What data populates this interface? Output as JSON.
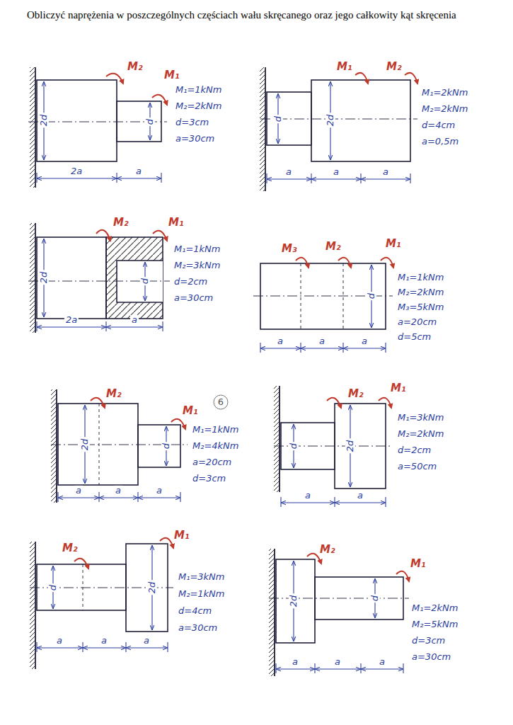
{
  "diagram": {
    "title": "Obliczyć naprężenia w poszczególnych częściach wału skręcanego oraz jego całkowity kąt skręcenia",
    "labels": [
      "M₂",
      "M₁",
      "M₁=1kNm",
      "M₂=2kNm",
      "d=3cm",
      "a=30cm",
      "2d",
      "d",
      "2a",
      "a",
      "M₁",
      "M₂",
      "M₁=2kNm",
      "M₂=2kNm",
      "d=4cm",
      "a=0,5m",
      "d",
      "2d",
      "a",
      "a",
      "a",
      "M₂",
      "M₁",
      "M₁=1kNm",
      "M₂=3kNm",
      "d=2cm",
      "a=30cm",
      "2d",
      "d",
      "2a",
      "a",
      "M₃",
      "M₂",
      "M₁",
      "M₁=1kNm",
      "M₂=2kNm",
      "M₃=5kNm",
      "a=20cm",
      "d=5cm",
      "d",
      "a",
      "a",
      "a",
      "M₂",
      "6",
      "M₁",
      "M₁=1kNm",
      "M₂=4kNm",
      "a=20cm",
      "d=3cm",
      "2d",
      "d",
      "a",
      "a",
      "a",
      "M₂",
      "M₁",
      "M₁=3kNm",
      "M₂=2kNm",
      "d=2cm",
      "a=50cm",
      "d",
      "2d",
      "a",
      "a",
      "M₂",
      "M₁",
      "M₁=3kNm",
      "M₂=1kNm",
      "d=4cm",
      "a=30cm",
      "d",
      "2d",
      "a",
      "a",
      "a",
      "M₂",
      "M₁",
      "M₁=2kNm",
      "M₂=5kNm",
      "d=3cm",
      "a=30cm",
      "2d",
      "d",
      "a",
      "a",
      "a"
    ]
  }
}
